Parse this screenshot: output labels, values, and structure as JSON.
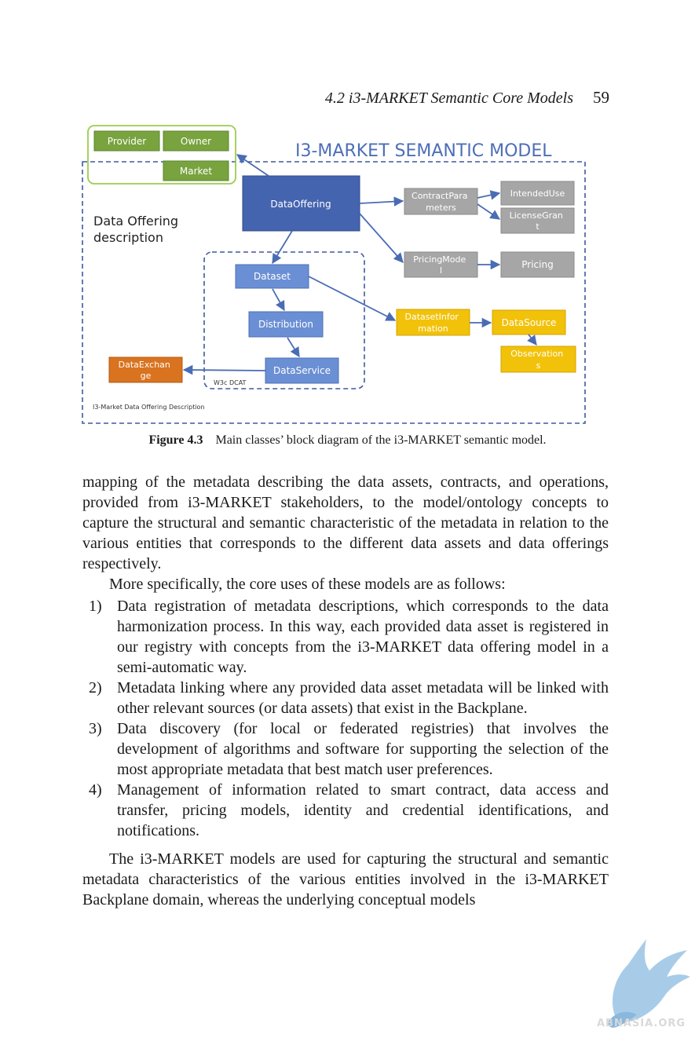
{
  "header": {
    "section": "4.2  i3-MARKET Semantic Core Models",
    "page_number": "59"
  },
  "diagram": {
    "heading": "I3-MARKET SEMANTIC MODEL",
    "region_label": [
      "Data Offering",
      "description"
    ],
    "footer_label": "I3-Market Data Offering Description",
    "dcat_label": "W3c DCAT",
    "nodes": {
      "provider": [
        "Provider"
      ],
      "owner": [
        "Owner"
      ],
      "market": [
        "Market"
      ],
      "data_offering": [
        "DataOffering"
      ],
      "contract_parameters": [
        "ContractPara",
        "meters"
      ],
      "intended_use": [
        "IntendedUse"
      ],
      "license_grant": [
        "LicenseGran",
        "t"
      ],
      "pricing_model": [
        "PricingMode",
        "l"
      ],
      "pricing": [
        "Pricing"
      ],
      "dataset": [
        "Dataset"
      ],
      "distribution": [
        "Distribution"
      ],
      "data_service": [
        "DataService"
      ],
      "data_exchange": [
        "DataExchan",
        "ge"
      ],
      "dataset_information": [
        "DatasetInfor",
        "mation"
      ],
      "data_source": [
        "DataSource"
      ],
      "observations": [
        "Observation",
        "s"
      ]
    },
    "colors": {
      "green": "#78a33e",
      "blue_dark": "#4564b0",
      "blue": "#6b8fd4",
      "gray": "#a6a6a6",
      "yellow": "#f2c20a",
      "orange": "#d9731f",
      "dashed_border": "#3e5a9c",
      "arrow": "#4a6cb4"
    }
  },
  "caption": {
    "label": "Figure 4.3",
    "text": "Main classes’ block diagram of the i3-MARKET semantic model."
  },
  "body": {
    "para1": "mapping of the metadata describing the data assets, contracts, and operations, provided from i3-MARKET stakeholders, to the model/ontology concepts to capture the structural and semantic characteristic of the metadata in relation to the various entities that corresponds to the different data assets and data offerings respectively.",
    "para2": "More specifically, the core uses of these models are as follows:",
    "list": [
      {
        "num": "1)",
        "text": "Data registration of metadata descriptions, which corresponds to the data harmonization process. In this way, each provided data asset is registered in our registry with concepts from the i3-MARKET data offering model in a semi-automatic way."
      },
      {
        "num": "2)",
        "text": "Metadata linking where any provided data asset metadata will be linked with other relevant sources (or data assets) that exist in the Backplane."
      },
      {
        "num": "3)",
        "text": "Data discovery (for local or federated registries) that involves the development of algorithms and software for supporting the selection of the most appropriate metadata that best match user preferences."
      },
      {
        "num": "4)",
        "text": "Management of information related to smart contract, data access and transfer, pricing models, identity and credential identifications, and notifications."
      }
    ],
    "para3": "The i3-MARKET models are used for capturing the structural and semantic metadata characteristics of the various entities involved in the i3-MARKET Backplane domain, whereas the underlying conceptual models"
  },
  "watermark": {
    "text": "ABNASIA.ORG",
    "icon": "griffin-logo"
  }
}
